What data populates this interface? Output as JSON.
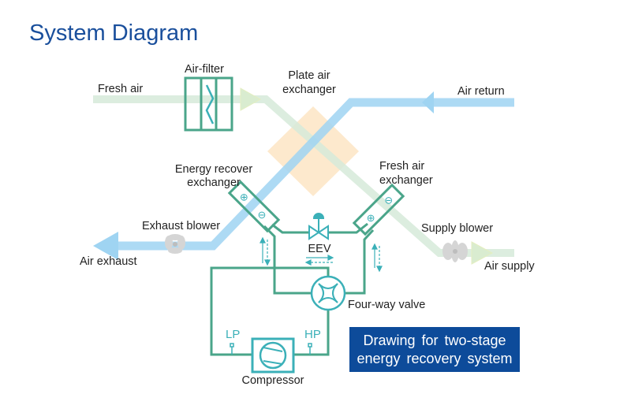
{
  "page": {
    "title": "System Diagram"
  },
  "labels": {
    "fresh_air": "Fresh air",
    "air_filter": "Air-filter",
    "plate_exchanger_line1": "Plate air",
    "plate_exchanger_line2": "exchanger",
    "air_return": "Air return",
    "energy_recover_line1": "Energy recover",
    "energy_recover_line2": "exchanger",
    "fresh_air_exchanger_line1": "Fresh air",
    "fresh_air_exchanger_line2": "exchanger",
    "exhaust_blower": "Exhaust blower",
    "air_exhaust": "Air exhaust",
    "eev": "EEV",
    "supply_blower": "Supply blower",
    "air_supply": "Air supply",
    "four_way_valve": "Four-way valve",
    "lp": "LP",
    "hp": "HP",
    "compressor": "Compressor"
  },
  "symbols": {
    "plus": "⊕",
    "minus": "⊖"
  },
  "banner": {
    "line1": "Drawing  for  two-stage",
    "line2": "energy recovery  system"
  },
  "colors": {
    "title": "#1a4f9c",
    "refrigerant_pipe": "#4aa58a",
    "return_air_duct": "#9fd4f2",
    "fresh_air_duct": "#d6ead9",
    "plate_exchanger": "#fde7c8",
    "component_teal": "#3bb0b8",
    "banner_bg": "#0d4b9a"
  }
}
